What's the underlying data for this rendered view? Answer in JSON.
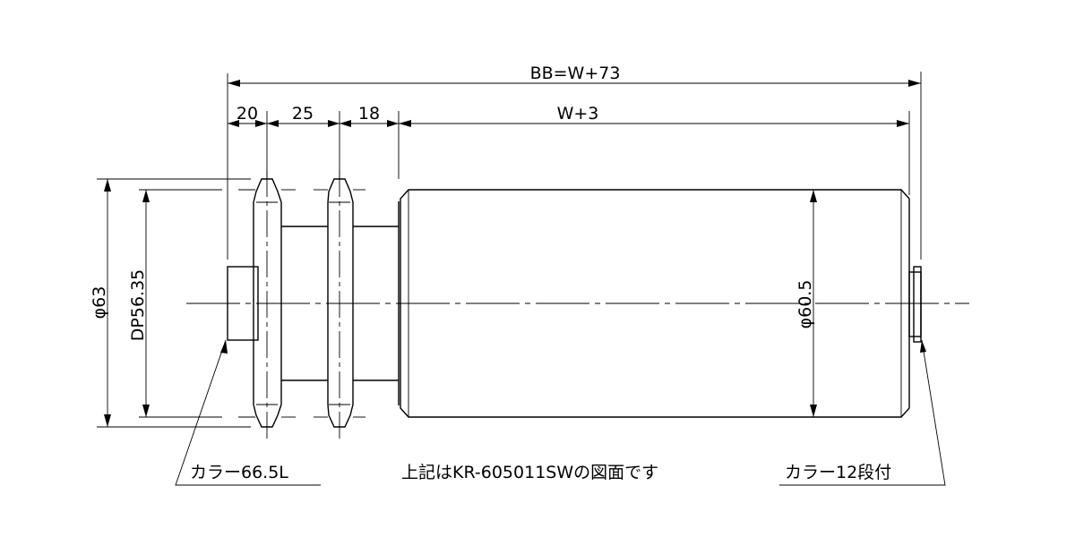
{
  "dimensions": {
    "overall": "BB=W+73",
    "collar_width": "20",
    "sprocket_pitch": "25",
    "sprocket_offset": "18",
    "tube_length": "W+3",
    "sprocket_od": "φ63",
    "pitch_diameter": "DP56.35",
    "tube_od": "φ60.5"
  },
  "callouts": {
    "left_collar": "カラー66.5L",
    "right_collar": "カラー12段付"
  },
  "note": "上記はKR-605011SWの図面です"
}
